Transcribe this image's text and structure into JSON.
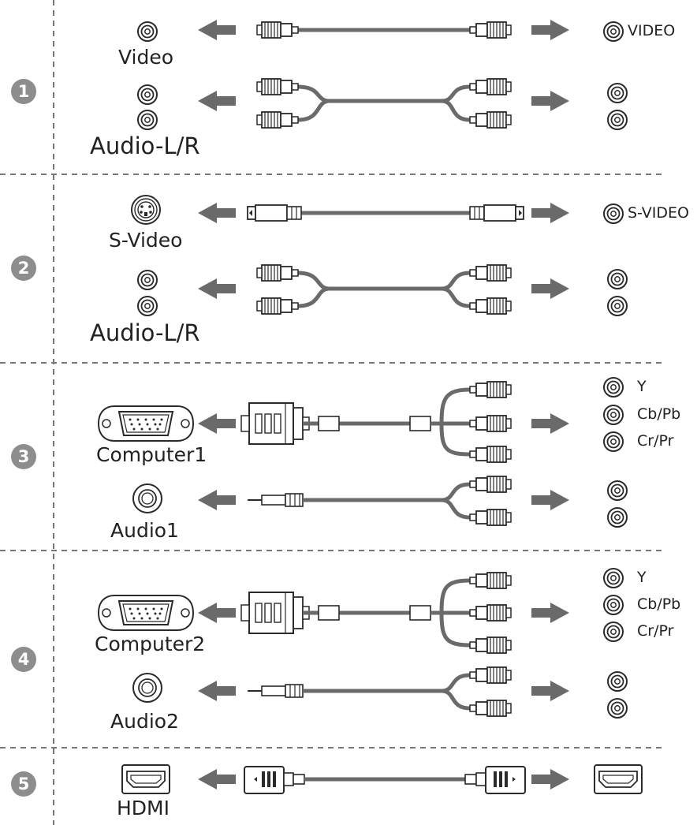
{
  "sections": [
    {
      "number": "1",
      "left_labels": [
        "Video",
        "Audio-L/R"
      ],
      "right_labels": [
        "VIDEO"
      ]
    },
    {
      "number": "2",
      "left_labels": [
        "S-Video",
        "Audio-L/R"
      ],
      "right_labels": [
        "S-VIDEO"
      ]
    },
    {
      "number": "3",
      "left_labels": [
        "Computer1",
        "Audio1"
      ],
      "right_labels": [
        "Y",
        "Cb/Pb",
        "Cr/Pr"
      ]
    },
    {
      "number": "4",
      "left_labels": [
        "Computer2",
        "Audio2"
      ],
      "right_labels": [
        "Y",
        "Cb/Pb",
        "Cr/Pr"
      ]
    },
    {
      "number": "5",
      "left_labels": [
        "HDMI"
      ],
      "right_labels": []
    }
  ],
  "colors": {
    "cable": "#6a6a6a",
    "arrow": "#6a6a6a",
    "outline": "#2a2a2a",
    "badge": "#8d8d8d",
    "divider": "#777777"
  },
  "icons": [
    "rca-jack-icon",
    "s-video-port-icon",
    "vga-port-icon",
    "audio-mini-jack-icon",
    "hdmi-port-icon",
    "rca-plug-icon",
    "s-video-plug-icon",
    "vga-plug-icon",
    "mini-plug-icon",
    "hdmi-plug-icon",
    "arrow-left-icon",
    "arrow-right-icon"
  ]
}
